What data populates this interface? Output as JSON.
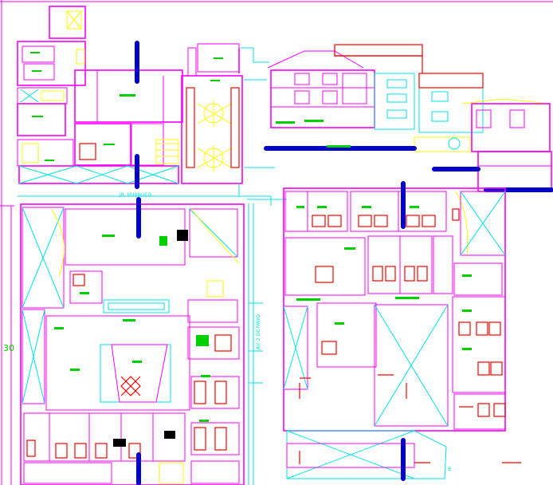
{
  "drawing": {
    "colors": {
      "walls": "#ff00ff",
      "furniture": "#ffff00",
      "site": "#00e5e5",
      "labels": "#00d000",
      "axes": "#0000cc",
      "details": "#ff0000"
    },
    "street_label_top": "JR. HUANUCO",
    "street_label_side": "AV. 2 DE MAYO",
    "dimension_label": "30",
    "corner_mark": "B"
  }
}
